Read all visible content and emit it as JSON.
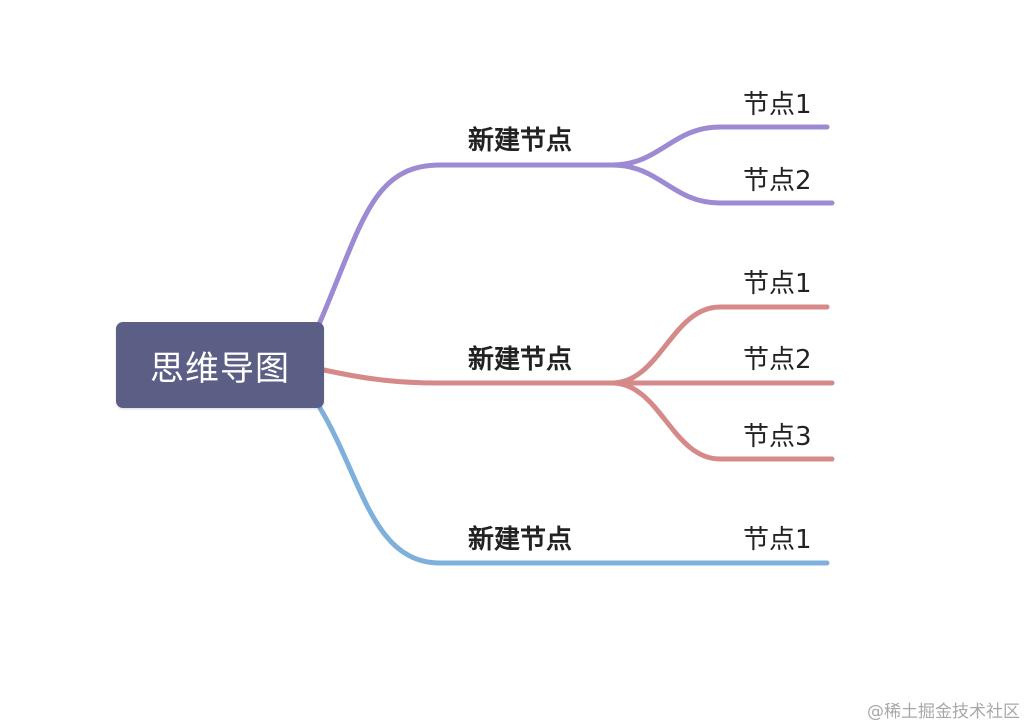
{
  "root": {
    "label": "思维导图"
  },
  "branches": [
    {
      "label": "新建节点",
      "color": "#9d8ad2",
      "children": [
        {
          "label": "节点1"
        },
        {
          "label": "节点2"
        }
      ]
    },
    {
      "label": "新建节点",
      "color": "#d58a89",
      "children": [
        {
          "label": "节点1"
        },
        {
          "label": "节点2"
        },
        {
          "label": "节点3"
        }
      ]
    },
    {
      "label": "新建节点",
      "color": "#7fb0dc",
      "children": [
        {
          "label": "节点1"
        }
      ]
    }
  ],
  "watermark": "@稀土掘金技术社区"
}
